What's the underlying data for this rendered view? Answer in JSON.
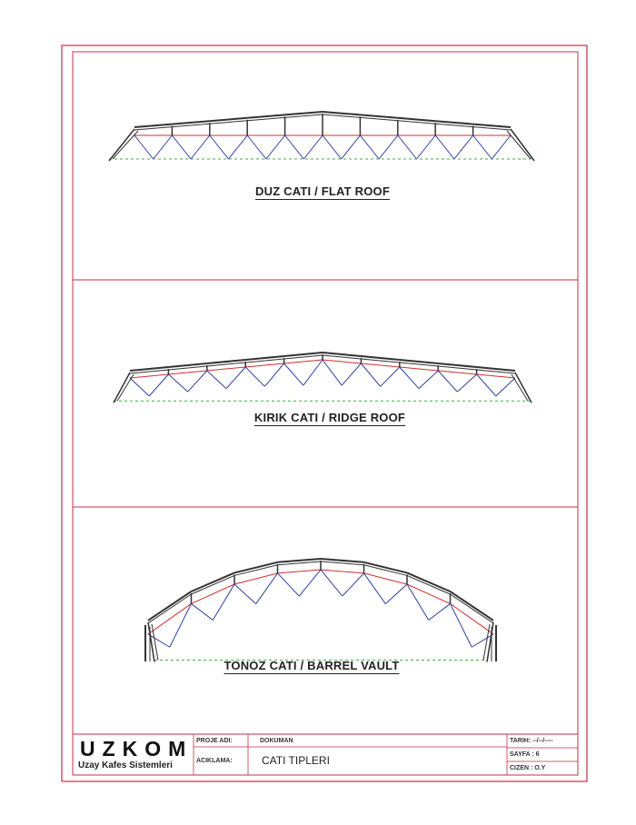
{
  "drawings": [
    {
      "label": "DUZ CATI / FLAT ROOF"
    },
    {
      "label": "KIRIK CATI / RIDGE ROOF"
    },
    {
      "label": "TONOZ CATI / BARREL VAULT"
    }
  ],
  "title_block": {
    "logo": "UZKOM",
    "logo_subtitle": "Uzay Kafes Sistemleri",
    "project_label": "PROJE ADI:",
    "document_label": "DOKUMAN",
    "description_label": "ACIKLAMA:",
    "description": "CATI TIPLERI",
    "date_label": "TARIH: --/--/----",
    "page_label": "SAYFA : 6",
    "drawn_label": "CIZEN : O.Y"
  },
  "colors": {
    "border": "#c0304a",
    "chord": "#333333",
    "top_red": "#d03030",
    "web": "#3040a0",
    "bottom": "#40b040"
  }
}
